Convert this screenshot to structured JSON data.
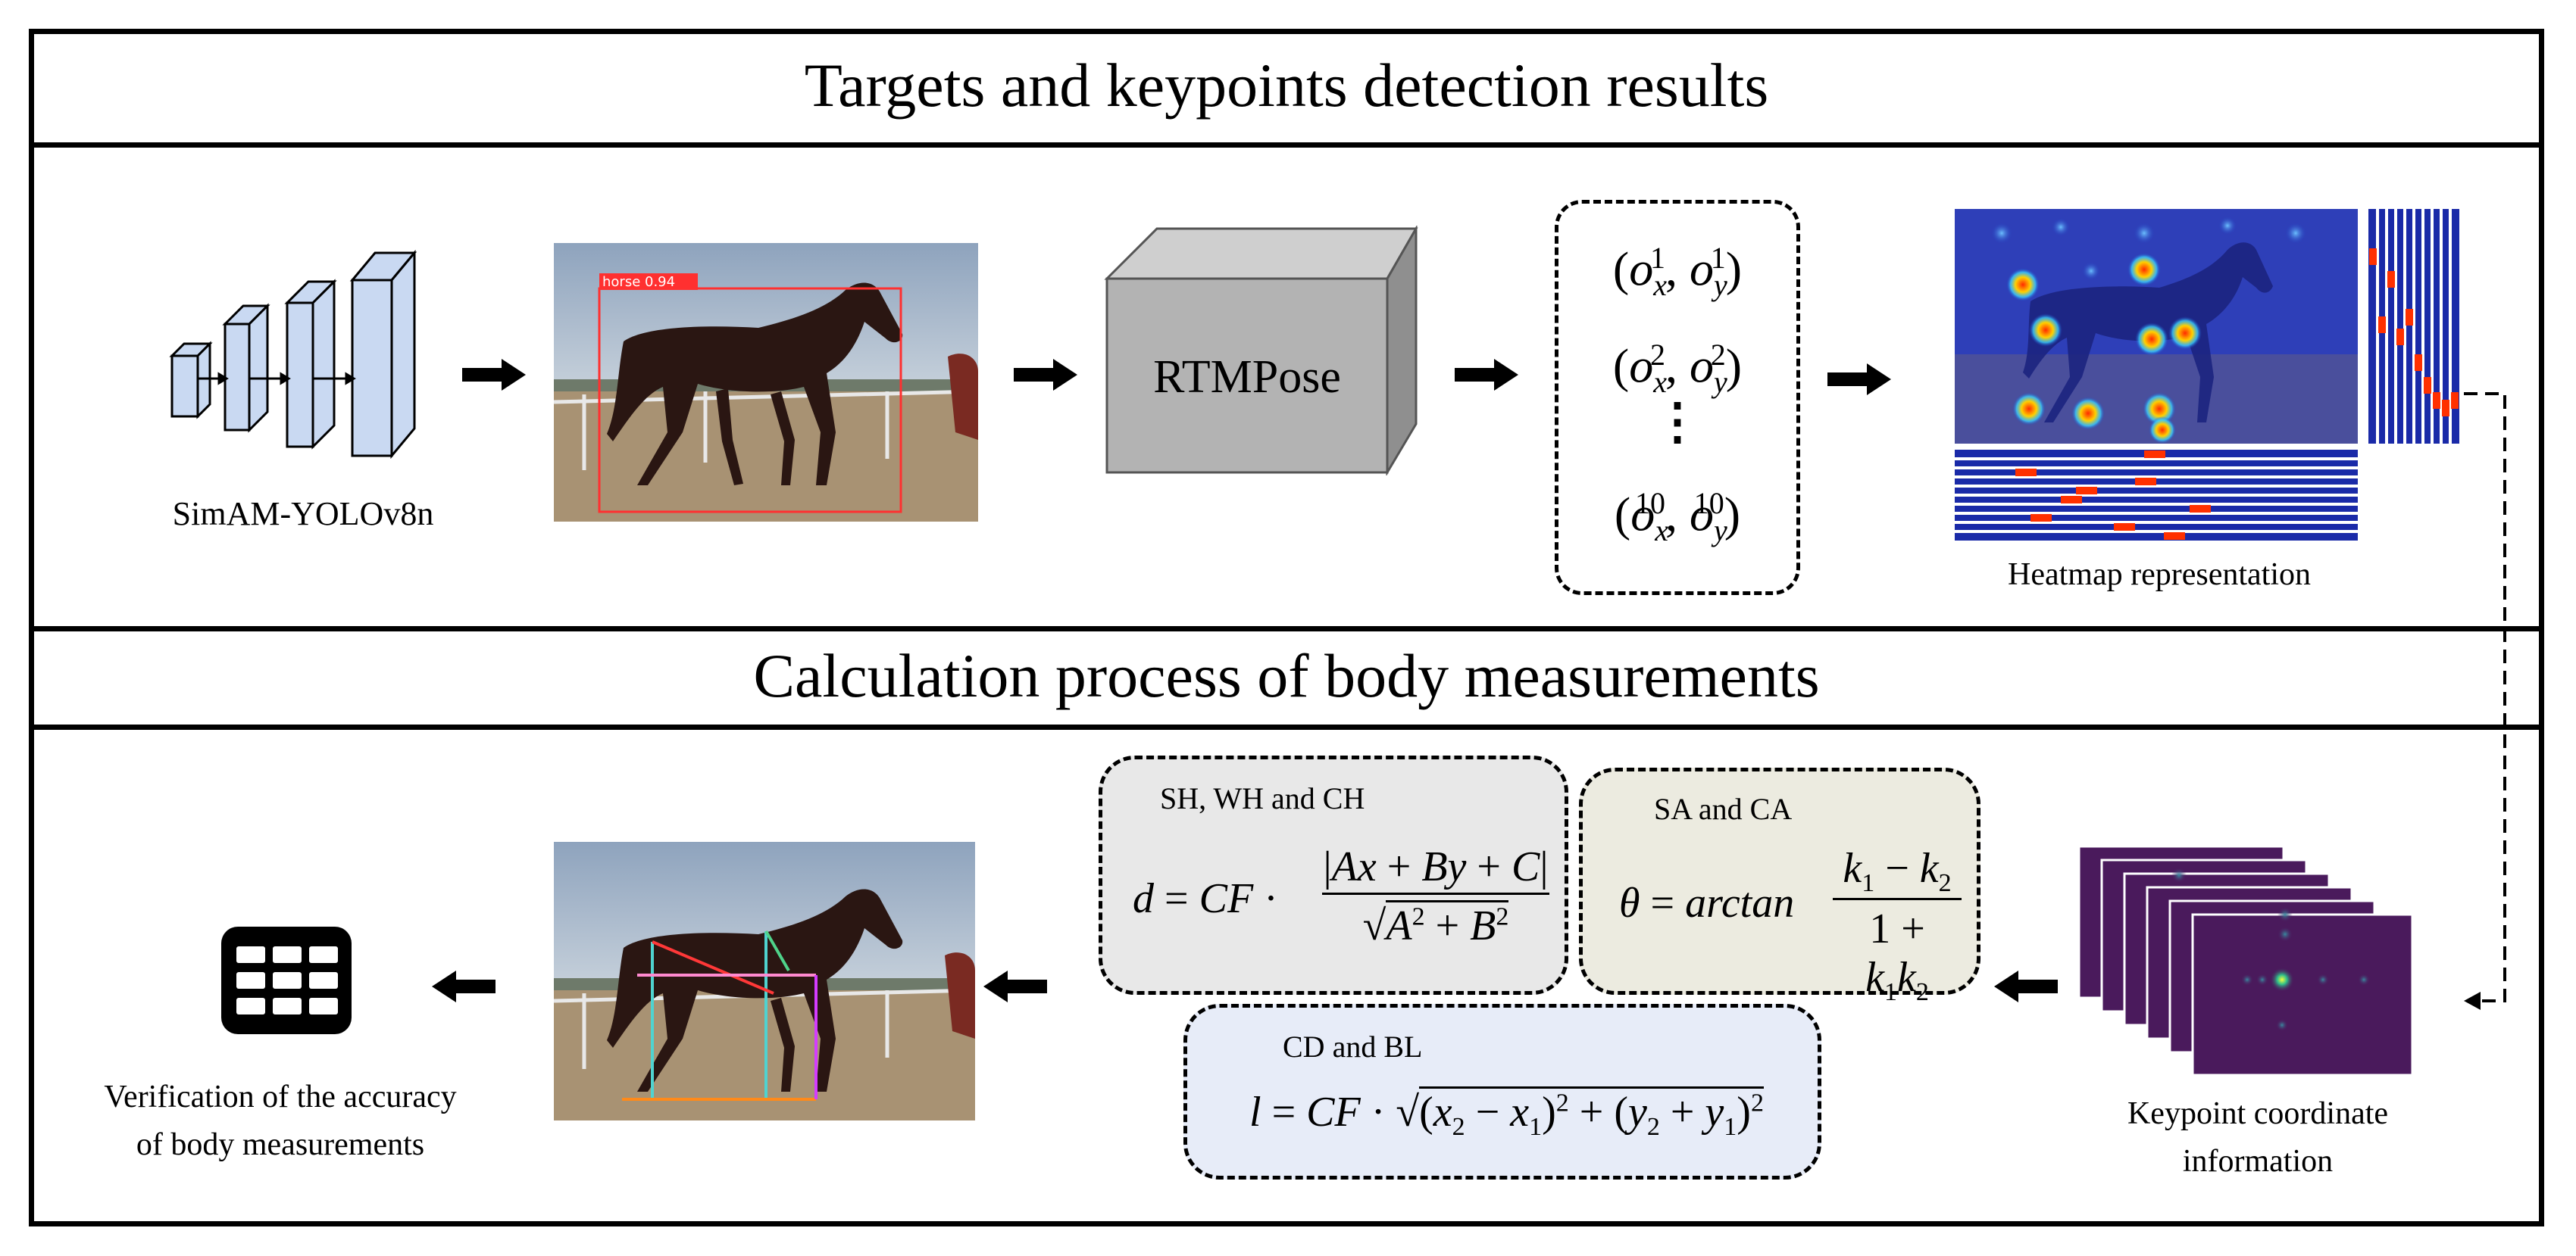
{
  "top_section": {
    "title": "Targets and keypoints detection results",
    "detector_label": "SimAM-YOLOv8n",
    "detection_box_label": "horse  0.94",
    "pose_model_label": "RTMPose",
    "keypoints": [
      "(o_x^1, o_y^1)",
      "(o_x^2, o_y^2)",
      "⋮",
      "(o_x^10, o_y^10)"
    ],
    "heatmap_caption": "Heatmap representation"
  },
  "bottom_section": {
    "title": "Calculation process of body measurements",
    "height_group": {
      "heading": "SH, WH and CH"
    },
    "angle_group": {
      "heading": "SA and CA"
    },
    "length_group": {
      "heading": "CD and BL"
    },
    "keypoint_caption_line1": "Keypoint coordinate",
    "keypoint_caption_line2": "information",
    "verification_line1": "Verification of the accuracy",
    "verification_line2": "of body measurements"
  },
  "colors": {
    "box_fill_gray": "#e8e8e8",
    "box_fill_beige": "#ecebe0",
    "box_fill_blue": "#e7ecf8",
    "backbone_blue": "#c9d9f2",
    "detection_red": "#ff3030",
    "rtmpose_gray": "#b3b3b3",
    "heatmap_purple": "#4a1a5c"
  },
  "icons": {
    "table": "table-grid-icon",
    "arrow": "right-arrow-icon"
  }
}
